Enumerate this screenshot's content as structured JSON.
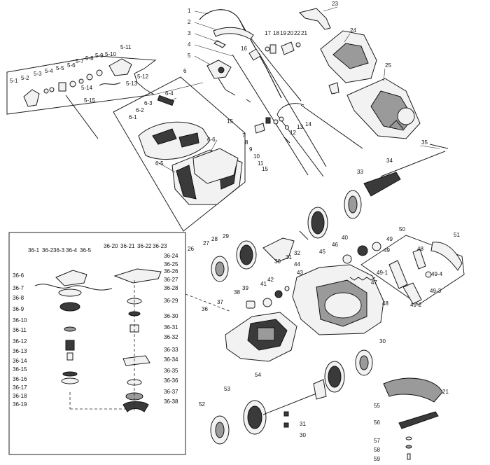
{
  "labels": {
    "main": [
      "1",
      "2",
      "3",
      "4",
      "5",
      "15",
      "16",
      "17",
      "18",
      "19",
      "20",
      "22",
      "21",
      "23",
      "24",
      "25",
      "7",
      "8",
      "9",
      "10",
      "11",
      "12",
      "13",
      "14",
      "15",
      "35",
      "34",
      "33",
      "26",
      "27",
      "28",
      "29",
      "30",
      "31",
      "32",
      "44",
      "43",
      "47",
      "46",
      "45",
      "40",
      "41",
      "42",
      "39",
      "38",
      "37",
      "36",
      "48",
      "49",
      "50",
      "51",
      "30",
      "54",
      "53",
      "52",
      "31",
      "30",
      "55",
      "56",
      "57",
      "58",
      "59",
      "21"
    ],
    "group5": [
      "5-1",
      "5-2",
      "5-3",
      "5-4",
      "5-5",
      "5-6",
      "5-7",
      "5-8",
      "5-9",
      "5-10",
      "5-11",
      "5-12",
      "5-13",
      "5-14",
      "5-15"
    ],
    "group6": [
      "6",
      "6-1",
      "6-2",
      "6-3",
      "6-4",
      "6-5",
      "6-6"
    ],
    "group36_left": [
      "36-1",
      "36-2",
      "36-3",
      "36-4",
      "36-5",
      "36-6",
      "36-7",
      "36-8",
      "36-9",
      "36-10",
      "36-11",
      "36-12",
      "36-13",
      "36-14",
      "36-15",
      "36-16",
      "36-17",
      "36-18",
      "36-19"
    ],
    "group36_right": [
      "36-20",
      "36-21",
      "36-22",
      "36-23",
      "36-24",
      "36-25",
      "36-26",
      "36-27",
      "36-28",
      "36-29",
      "36-30",
      "36-31",
      "36-32",
      "36-33",
      "36-34",
      "36-35",
      "36-36",
      "36-37",
      "36-38"
    ],
    "group49": [
      "49",
      "49-1",
      "49-2",
      "49-3",
      "49-4",
      "48"
    ]
  }
}
